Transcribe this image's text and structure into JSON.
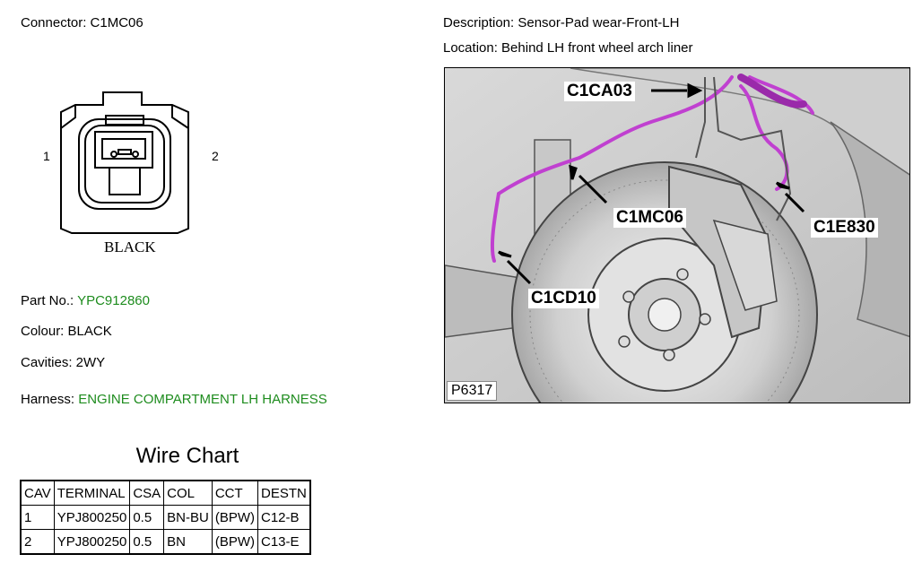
{
  "connector": {
    "label": "Connector: C1MC06",
    "pin_left": "1",
    "pin_right": "2",
    "body_colour_text": "BLACK"
  },
  "description": "Description: Sensor-Pad wear-Front-LH",
  "location": "Location: Behind LH front wheel arch liner",
  "part": {
    "label": "Part No.: ",
    "value": "YPC912860"
  },
  "colour": "Colour: BLACK",
  "cavities": "Cavities: 2WY",
  "harness": {
    "label": "Harness: ",
    "value": "ENGINE COMPARTMENT LH HARNESS"
  },
  "photo": {
    "reference": "P6317",
    "callouts": [
      "C1CA03",
      "C1MC06",
      "C1E830",
      "C1CD10"
    ]
  },
  "wire_chart": {
    "title": "Wire Chart",
    "headers": [
      "CAV",
      "TERMINAL",
      "CSA",
      "COL",
      "CCT",
      "DESTN"
    ],
    "rows": [
      [
        "1",
        "YPJ800250",
        "0.5",
        "BN-BU",
        "(BPW)",
        "C12-B"
      ],
      [
        "2",
        "YPJ800250",
        "0.5",
        "BN",
        "(BPW)",
        "C13-E"
      ]
    ]
  },
  "colors": {
    "link_green": "#1e8c1e",
    "harness_magenta": "#c040d0"
  }
}
